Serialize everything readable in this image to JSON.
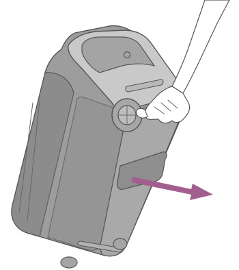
{
  "figure": {
    "subject": "speaker-being-tilted-by-handle",
    "colors": {
      "body": "#9d9d9d",
      "body_dark": "#8a8a8a",
      "body_light": "#b6b6b6",
      "top_panel": "#c9c9c9",
      "outline": "#555555",
      "arrow": "#a25e8c",
      "hand": "#ffffff"
    },
    "icons": [
      "speaker-body",
      "carry-handle",
      "hand",
      "arrow-right-down"
    ]
  }
}
